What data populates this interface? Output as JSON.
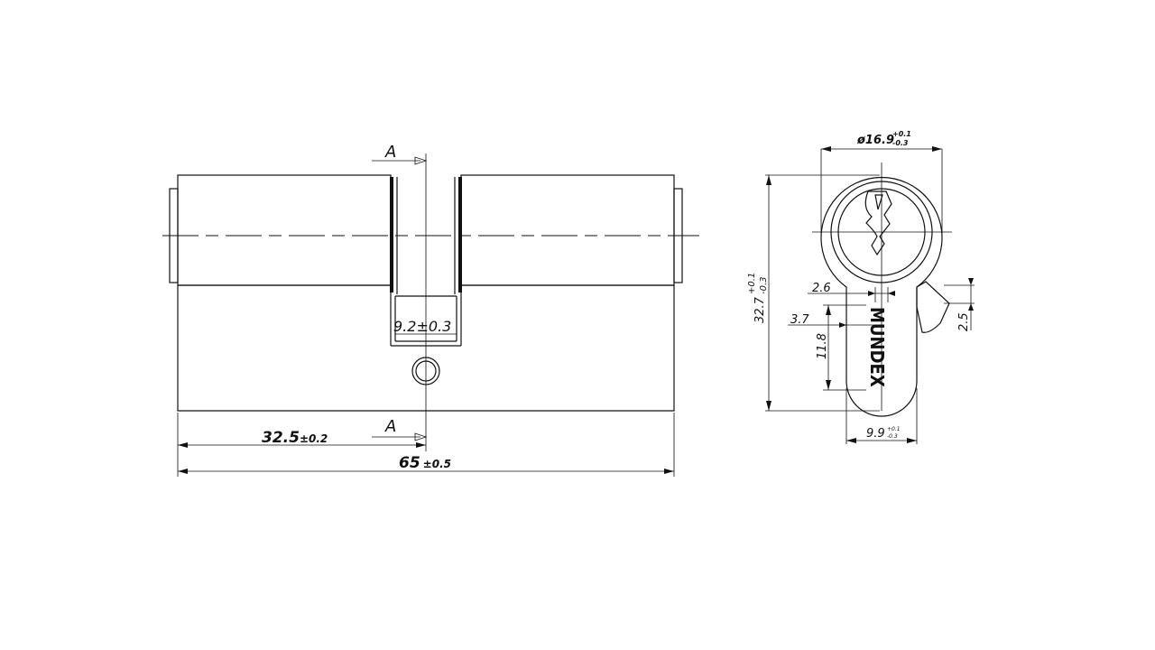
{
  "section_label_top": "A",
  "section_label_bottom": "A",
  "front_view": {
    "cam_width": {
      "value": "9.2",
      "tolerance": "±0.3"
    },
    "half_length": {
      "value": "32.5",
      "tolerance": "±0.2"
    },
    "total_length": {
      "value": "65",
      "tolerance": "±0.5"
    }
  },
  "side_view": {
    "diameter": {
      "value": "ø16.9",
      "tol_upper": "+0.1",
      "tol_lower": "-0.3"
    },
    "height": {
      "value": "32.7",
      "tol_upper": "+0.1",
      "tol_lower": "-0.3"
    },
    "dim_2_6": "2.6",
    "dim_3_7": "3.7",
    "dim_11_8": "11.8",
    "dim_2_5": "2.5",
    "bottom_width": {
      "value": "9.9",
      "tol_upper": "+0.1",
      "tol_lower": "-0.3"
    },
    "brand": "MUNDEX"
  }
}
